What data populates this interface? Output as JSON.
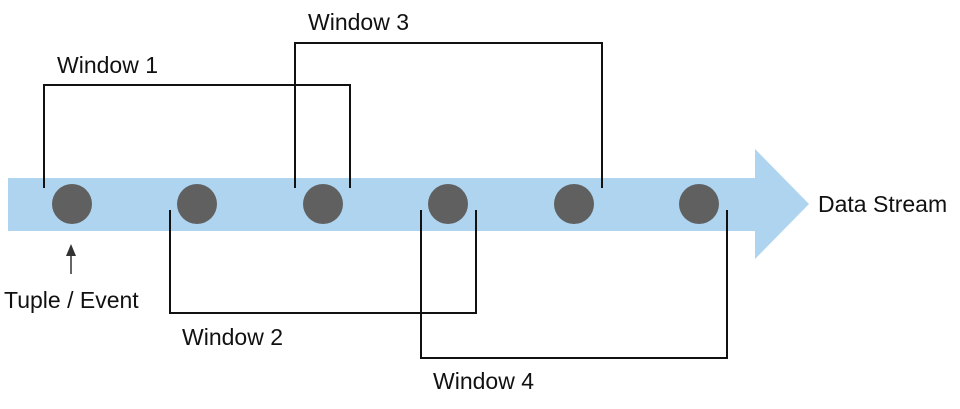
{
  "stream": {
    "label": "Data Stream",
    "color": "#aed4ef"
  },
  "tuples": {
    "count": 6,
    "color": "#606060",
    "annotation": "Tuple / Event"
  },
  "windows": [
    {
      "label": "Window 1"
    },
    {
      "label": "Window 2"
    },
    {
      "label": "Window 3"
    },
    {
      "label": "Window 4"
    }
  ]
}
